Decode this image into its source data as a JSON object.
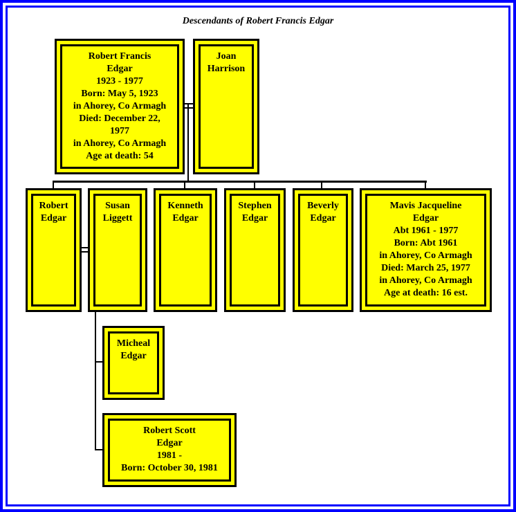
{
  "title": "Descendants of Robert Francis Edgar",
  "colors": {
    "frame": "#0000ff",
    "box_fill": "#ffff00",
    "line": "#000000"
  },
  "persons": {
    "robert_francis": [
      "Robert Francis",
      "Edgar",
      "1923 - 1977",
      "Born: May 5, 1923",
      "in Ahorey, Co Armagh",
      "Died: December 22,",
      "1977",
      "in Ahorey, Co Armagh",
      "Age at death: 54"
    ],
    "joan": [
      "Joan",
      "Harrison"
    ],
    "robert": [
      "Robert",
      "Edgar"
    ],
    "susan": [
      "Susan",
      "Liggett"
    ],
    "kenneth": [
      "Kenneth",
      "Edgar"
    ],
    "stephen": [
      "Stephen",
      "Edgar"
    ],
    "beverly": [
      "Beverly",
      "Edgar"
    ],
    "mavis": [
      "Mavis Jacqueline",
      "Edgar",
      "Abt 1961 - 1977",
      "Born: Abt 1961",
      "in Ahorey, Co Armagh",
      "Died: March 25, 1977",
      "in Ahorey, Co Armagh",
      "Age at death: 16 est."
    ],
    "micheal": [
      "Micheal",
      "Edgar"
    ],
    "robert_scott": [
      "Robert Scott",
      "Edgar",
      "1981 -",
      "Born: October 30, 1981"
    ]
  }
}
